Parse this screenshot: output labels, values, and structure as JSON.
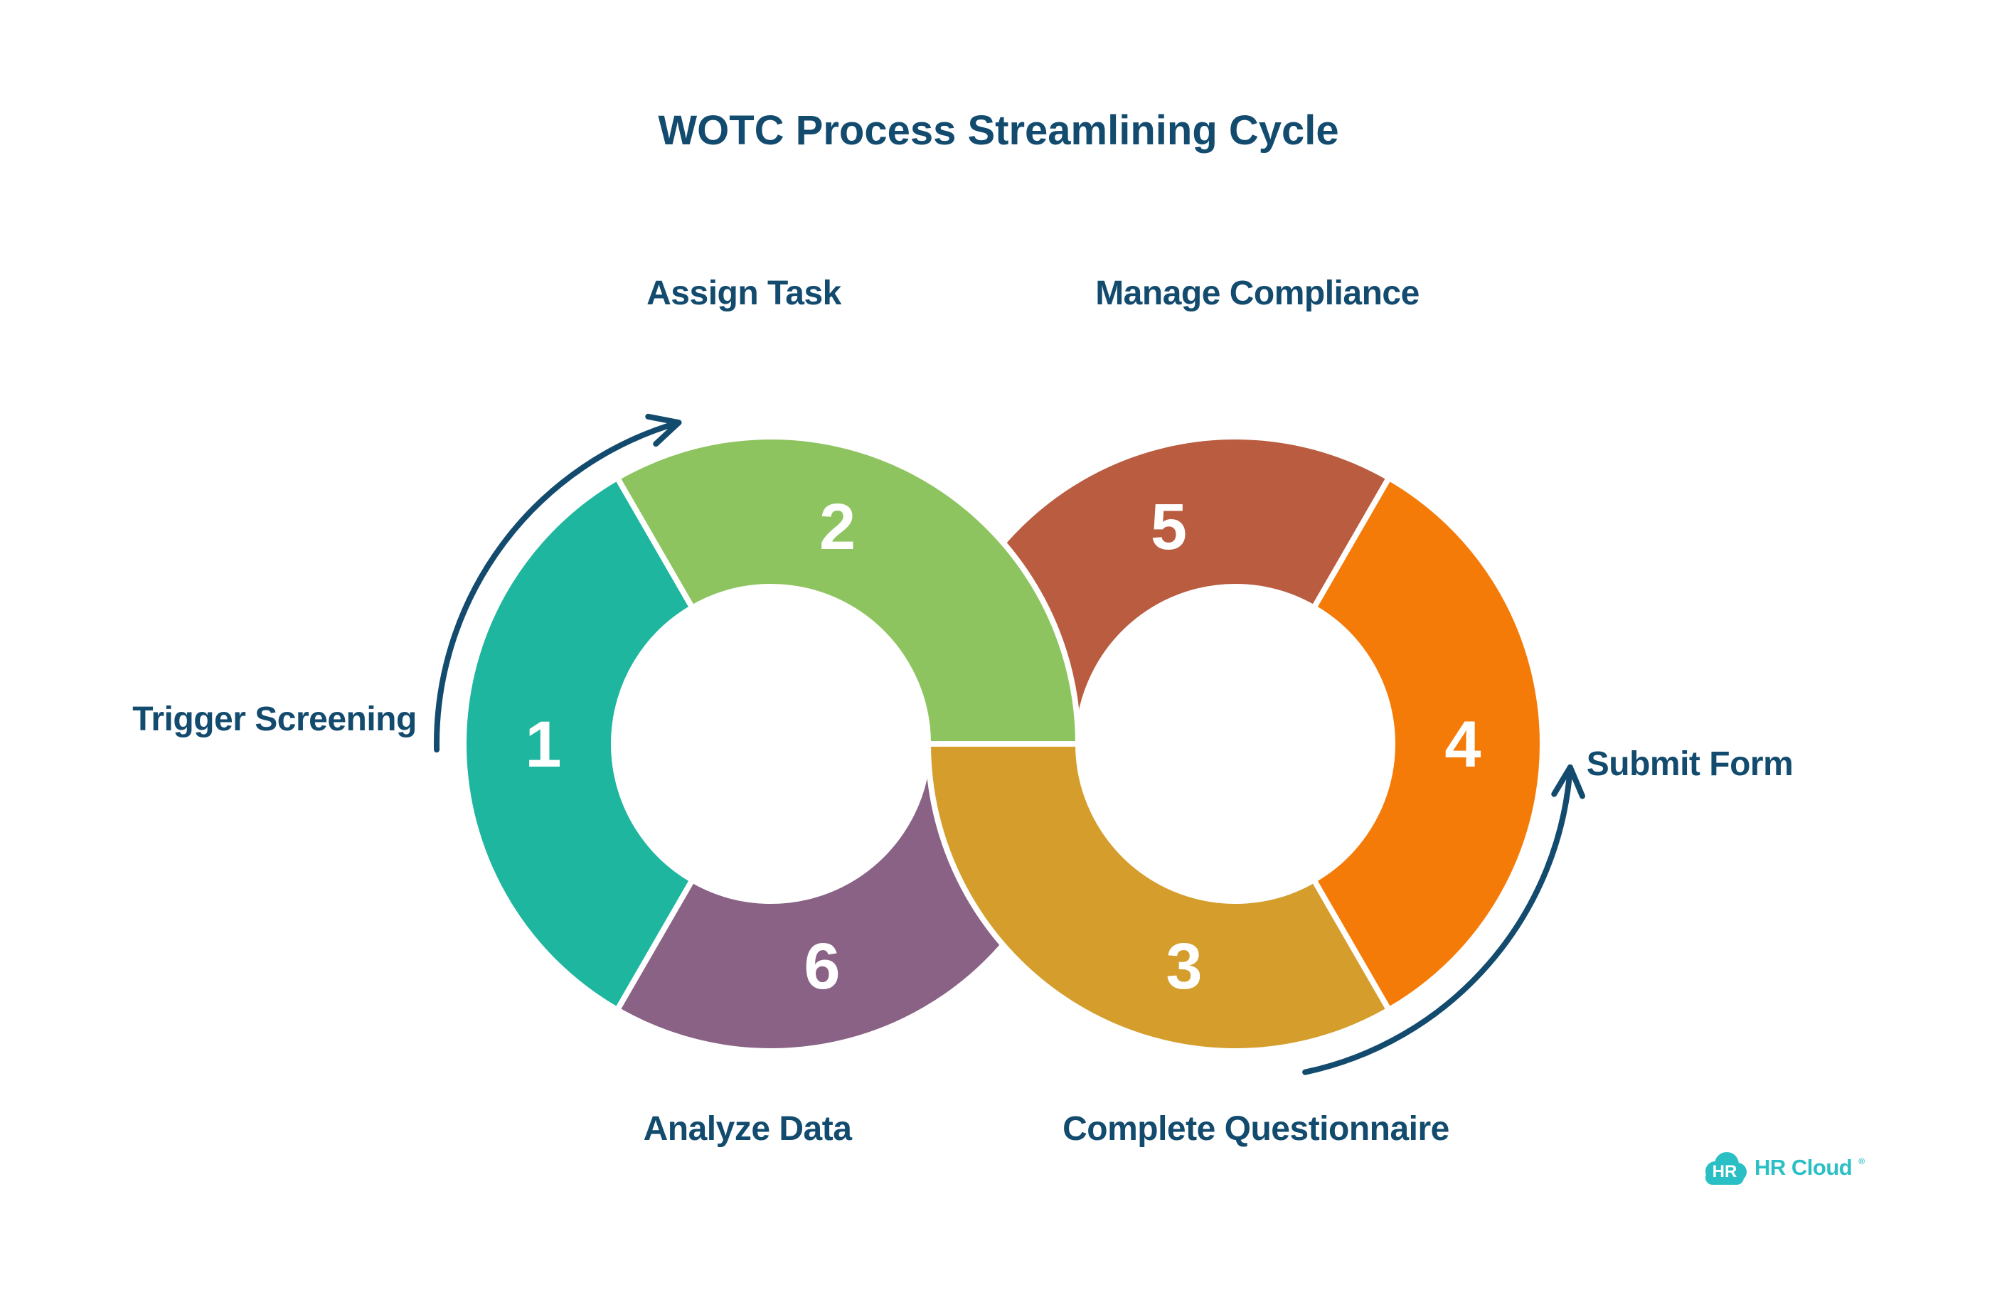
{
  "title": "WOTC Process Streamlining Cycle",
  "steps": [
    {
      "number": "1",
      "label": "Trigger Screening",
      "color": "#1EB69E"
    },
    {
      "number": "2",
      "label": "Assign Task",
      "color": "#8EC45F"
    },
    {
      "number": "3",
      "label": "Complete Questionnaire",
      "color": "#D49D2C"
    },
    {
      "number": "4",
      "label": "Submit Form",
      "color": "#F57B08"
    },
    {
      "number": "5",
      "label": "Manage Compliance",
      "color": "#B95C40"
    },
    {
      "number": "6",
      "label": "Analyze Data",
      "color": "#896286"
    }
  ],
  "colors": {
    "background": "#FFFFFF",
    "label_text": "#134B6E",
    "arrow": "#134B6E",
    "segment_number": "#FFFFFF",
    "segment_gap": "#FFFFFF"
  },
  "logo": {
    "badge_text": "HR",
    "wordmark": "HR Cloud",
    "trademark": "®",
    "color": "#2ABFC5"
  }
}
